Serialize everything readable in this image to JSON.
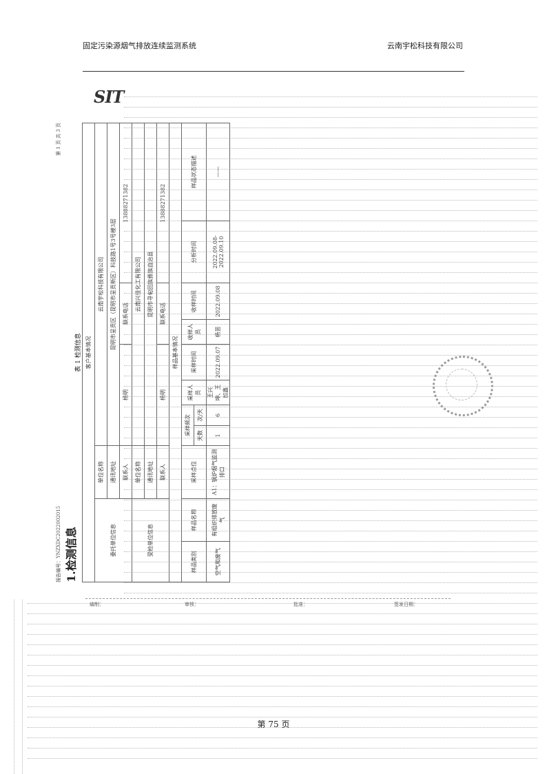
{
  "header": {
    "left": "固定污染源烟气排放连续监测系统",
    "right": "云南宇松科技有限公司"
  },
  "scan": {
    "logo": "SIT",
    "report_no": "报告编号：YNZXDC2022002015",
    "page_no": "第 1 页 共 3 页",
    "section_title": "1.检测信息",
    "table_caption": "表 1 检测信息",
    "table": {
      "customer_section": "客户基本情况",
      "client_info": "委托单位信息",
      "tested_info": "受检单位信息",
      "unit_name_label": "单位名称",
      "unit_name": "云南宇松科技有限公司",
      "address_label": "通讯地址",
      "address": "昆明市呈贡区（昆明市呈贡新区）科技路1号3号楼3层",
      "contact_label": "联系人",
      "contact": "杨明",
      "phone_label": "联系电话",
      "phone": "13888271382",
      "tested_name_label": "单位名称",
      "tested_name": "云南兴佳化工有限公司",
      "tested_address_label": "通讯地址",
      "tested_address": "昆明市寻甸回族彝族自治县",
      "tested_contact_label": "联系人",
      "tested_contact": "杨明",
      "tested_phone_label": "联系电话",
      "tested_phone": "13888271382",
      "sample_section": "样品基本情况",
      "sample_type_label": "样品类别",
      "sample_name_label": "样品名称",
      "sampling_point_label": "采样点位",
      "freq_label": "采样频次",
      "days_label": "天数",
      "times_label": "次/天",
      "sampler_label": "采样人员",
      "sampling_date_label": "采样时间",
      "receiver_label": "收样人员",
      "receive_date_label": "收样时间",
      "analysis_date_label": "分析时间",
      "sample_status_label": "样品状态描述",
      "sample_type": "空气和废气",
      "sample_name": "有组织排放废气",
      "sampling_point": "A1：锅炉烟气监测排口",
      "days": "1",
      "times": "6",
      "sampler": "王兴坤、王加鑫",
      "sampling_date": "2022.09.07",
      "receiver": "杨芸",
      "receive_date": "2022.09.08",
      "analysis_date": "2022.09.08-2022.09.10",
      "sample_status": "——"
    },
    "footer_labels": [
      "编制：",
      "审核：",
      "批准：",
      "签发日期："
    ]
  },
  "page_footer": "第 75 页"
}
